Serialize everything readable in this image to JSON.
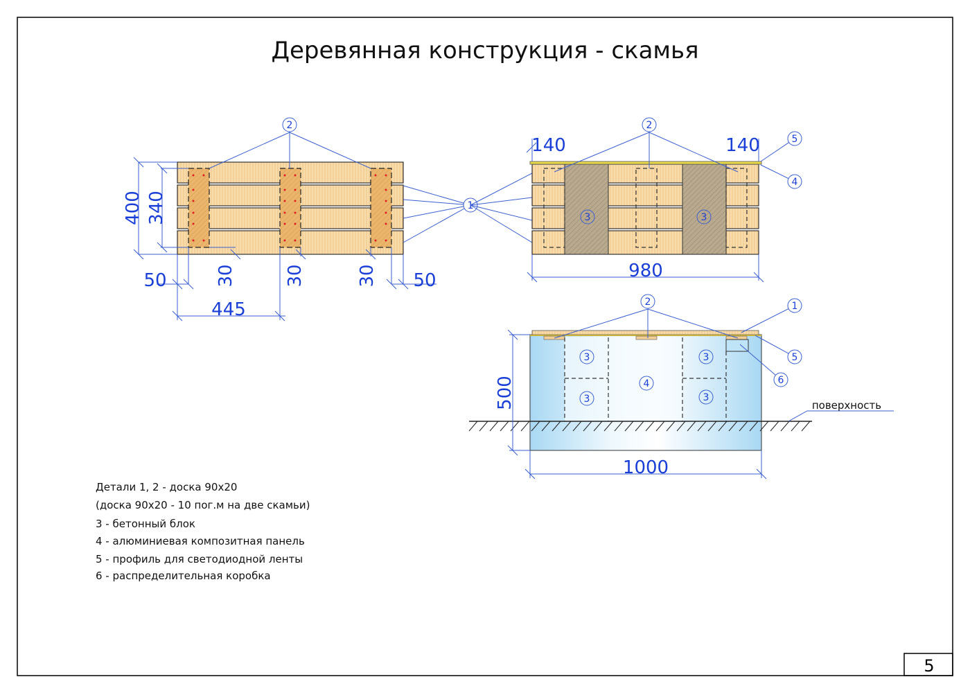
{
  "title": "Деревянная конструкция - скамья",
  "page_number": "5",
  "plan_view": {
    "dims": {
      "width_total": "400",
      "width_inner": "340",
      "edge_left": "50",
      "edge_right": "50",
      "bar_width_1": "30",
      "bar_width_2": "30",
      "bar_width_3": "30",
      "spacing": "445"
    },
    "callouts": {
      "board": "1",
      "crossbar": "2"
    }
  },
  "side_view": {
    "dims": {
      "overhang_left": "140",
      "overhang_right": "140",
      "length": "980"
    },
    "callouts": {
      "crossbar": "2",
      "profile": "5",
      "panel": "4",
      "block_left": "3",
      "block_right": "3"
    }
  },
  "section_view": {
    "dims": {
      "height": "500",
      "width": "1000"
    },
    "callouts": {
      "crossbar": "2",
      "board": "1",
      "profile": "5",
      "box": "6",
      "panel": "4",
      "block_tl": "3",
      "block_bl": "3",
      "block_tr": "3",
      "block_br": "3"
    },
    "surface_label": "поверхность"
  },
  "legend": [
    "Детали 1, 2 - доска 90х20",
    "(доска 90х20 - 10 пог.м на две скамьи)",
    "3 - бетонный блок",
    "4 - алюминиевая композитная панель",
    "5 - профиль для светодиодной ленты",
    "6 - распределительная коробка"
  ],
  "colors": {
    "dimension": "#1a3fd6",
    "wood": "#f6d9a4",
    "panel": "#bfe3f7",
    "profile": "#e8d94a"
  }
}
